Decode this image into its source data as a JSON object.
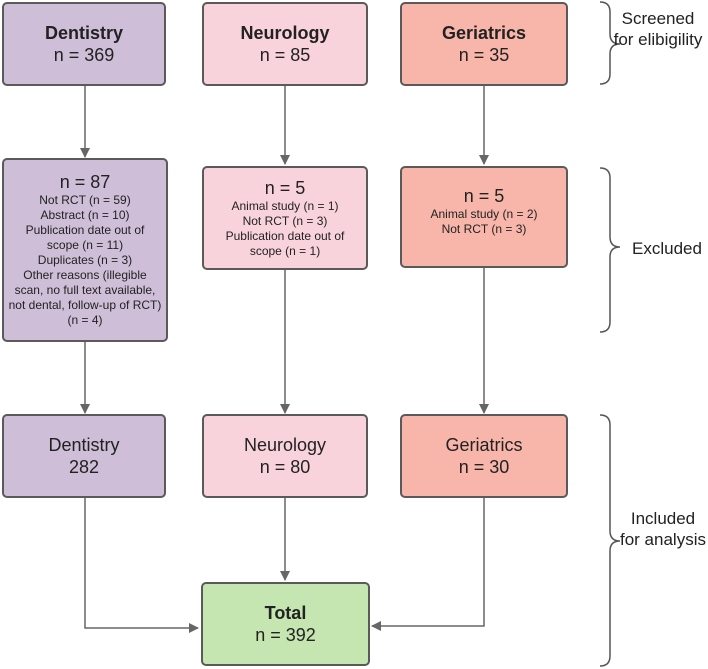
{
  "screened": [
    {
      "title": "Dentistry",
      "count": "n = 369"
    },
    {
      "title": "Neurology",
      "count": "n = 85"
    },
    {
      "title": "Geriatrics",
      "count": "n = 35"
    }
  ],
  "excluded": [
    {
      "count": "n = 87",
      "reasons": [
        "Not RCT (n = 59)",
        "Abstract (n = 10)",
        "Publication date out of scope (n = 11)",
        "Duplicates (n = 3)",
        "Other reasons (illegible scan, no full text available, not dental, follow-up of RCT) (n = 4)"
      ]
    },
    {
      "count": "n = 5",
      "reasons": [
        "Animal study (n = 1)",
        "Not RCT (n = 3)",
        "Publication date out of scope (n = 1)"
      ]
    },
    {
      "count": "n = 5",
      "reasons": [
        "Animal study (n = 2)",
        "Not RCT (n = 3)"
      ]
    }
  ],
  "included": [
    {
      "title": "Dentistry",
      "count": "282"
    },
    {
      "title": "Neurology",
      "count": "n = 80"
    },
    {
      "title": "Geriatrics",
      "count": "n = 30"
    }
  ],
  "total": {
    "title": "Total",
    "count": "n = 392"
  },
  "stages": {
    "screened": "Screened for elibigility",
    "excluded": "Excluded",
    "included": "Included for analysis"
  },
  "colors": {
    "dentistry": "#cfbed7",
    "neurology": "#f8d3dc",
    "geriatrics": "#f8b6ab",
    "total": "#c6e6b1",
    "border": "#5a5a5a",
    "arrow": "#666666"
  }
}
